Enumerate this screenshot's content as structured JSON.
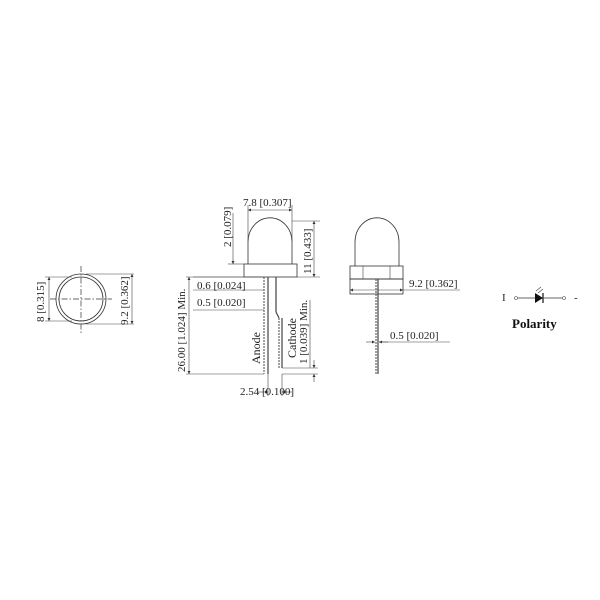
{
  "drawing": {
    "top_view": {
      "height_dim": "8 [0.315]",
      "width_dim": "9.2 [0.362]"
    },
    "side_view": {
      "lens_width_dim": "7.8 [0.307]",
      "dome_offset_dim": "2 [0.079]",
      "body_height_dim": "11 [0.433]",
      "flange_dim": "0.6 [0.024]",
      "lead_width_dim": "0.5 [0.020]",
      "lead_length_dim": "26.00 [1.024] Min.",
      "cathode_step_dim": "1 [0.039] Min.",
      "pitch_dim": "2.54 [0.100]",
      "anode_label": "Anode",
      "cathode_label": "Cathode"
    },
    "front_view": {
      "flange_width_dim": "9.2 [0.362]",
      "lead_width_dim": "0.5 [0.020]"
    },
    "polarity": {
      "label": "Polarity",
      "anode_sign": "I",
      "cathode_sign": "-"
    }
  }
}
